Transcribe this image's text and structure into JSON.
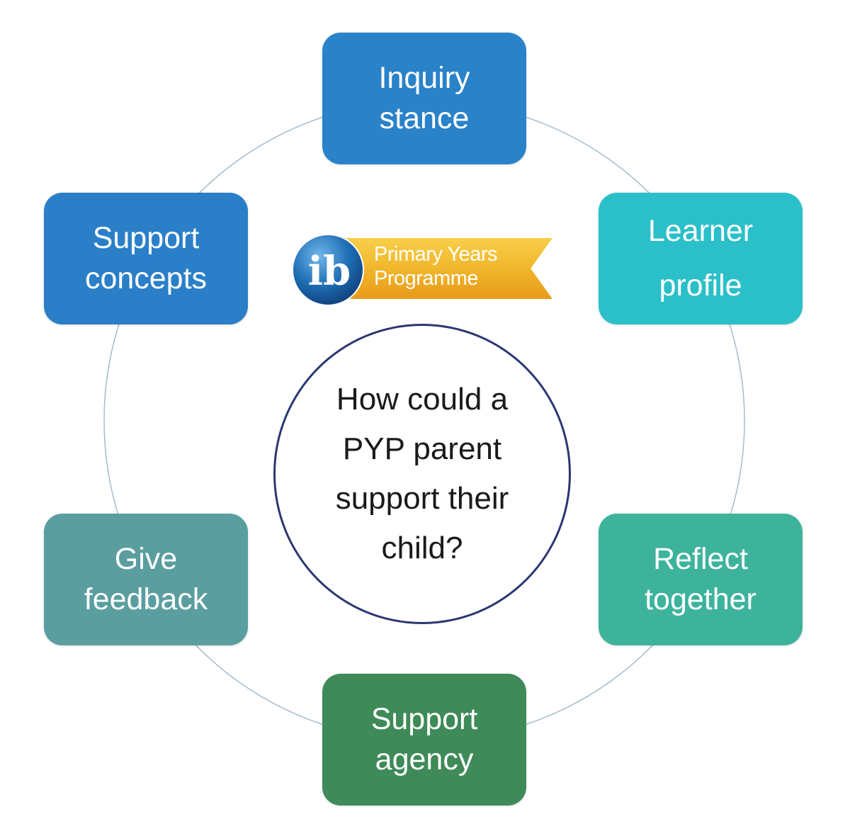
{
  "center": {
    "lines": [
      "How could a",
      "PYP parent",
      "support their",
      "child?"
    ]
  },
  "logo": {
    "mark": "ib",
    "lines": [
      "Primary Years",
      "Programme"
    ],
    "colors": {
      "ribbon": "#f0b429",
      "disc": "#1f6fb5"
    }
  },
  "nodes": [
    {
      "lines": [
        "Inquiry",
        "stance"
      ],
      "color": "#2a82c9"
    },
    {
      "lines": [
        "Learner",
        "profile"
      ],
      "color": "#2bbfc9"
    },
    {
      "lines": [
        "Reflect",
        "together"
      ],
      "color": "#3db39c"
    },
    {
      "lines": [
        "Support",
        "agency"
      ],
      "color": "#3e8a58"
    },
    {
      "lines": [
        "Give",
        "feedback"
      ],
      "color": "#5a9ea0"
    },
    {
      "lines": [
        "Support",
        "concepts"
      ],
      "color": "#2a7fc8"
    }
  ],
  "ring_color": "#9fb7cc"
}
